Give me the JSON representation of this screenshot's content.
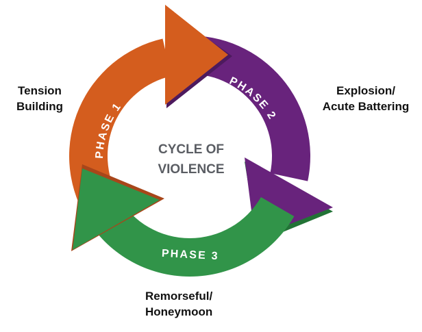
{
  "title": "CYCLE OF VIOLENCE",
  "center": {
    "line1": "CYCLE OF",
    "line2": "VIOLENCE"
  },
  "phases": [
    {
      "name": "PHASE 1",
      "label_line1": "Tension",
      "label_line2": "Building",
      "color": "#d45d1e",
      "shadow": "#a8461a"
    },
    {
      "name": "PHASE 2",
      "label_line1": "Explosion/",
      "label_line2": "Acute Battering",
      "color": "#68237c",
      "shadow": "#4d1a5e"
    },
    {
      "name": "PHASE 3",
      "label_line1": "Remorseful/",
      "label_line2": "Honeymoon",
      "color": "#319449",
      "shadow": "#227336"
    }
  ],
  "colors": {
    "center_text": "#5a5d63",
    "label_text": "#111111",
    "background": "#ffffff"
  }
}
